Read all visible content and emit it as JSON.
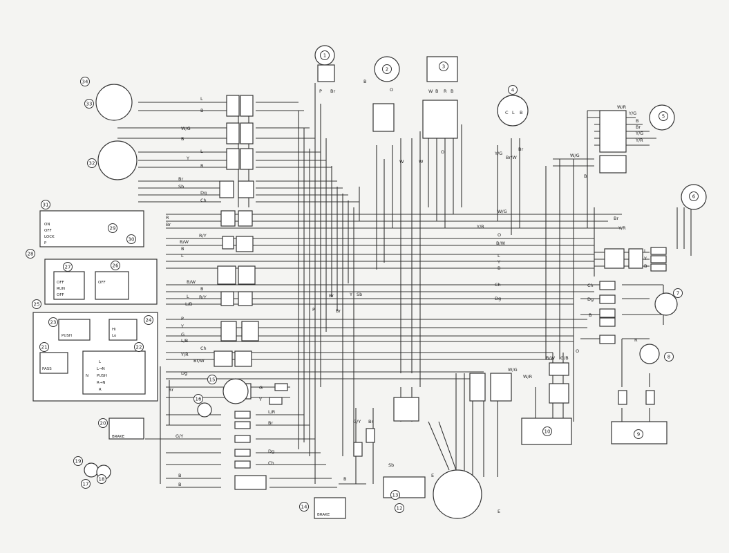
{
  "components": [
    {
      "id": "c1",
      "number": "1"
    },
    {
      "id": "c2",
      "number": "2"
    },
    {
      "id": "c3",
      "number": "3"
    },
    {
      "id": "c4",
      "number": "4"
    },
    {
      "id": "c5",
      "number": "5"
    },
    {
      "id": "c6",
      "number": "6"
    },
    {
      "id": "c7",
      "number": "7"
    },
    {
      "id": "c8",
      "number": "8"
    },
    {
      "id": "c9",
      "number": "9"
    },
    {
      "id": "c10",
      "number": "10"
    },
    {
      "id": "c12",
      "number": "12"
    },
    {
      "id": "c13",
      "number": "13"
    },
    {
      "id": "c14",
      "number": "14"
    },
    {
      "id": "c15",
      "number": "15"
    },
    {
      "id": "c16",
      "number": "16"
    },
    {
      "id": "c17",
      "number": "17"
    },
    {
      "id": "c18",
      "number": "18"
    },
    {
      "id": "c19",
      "number": "19"
    },
    {
      "id": "c20",
      "number": "20"
    },
    {
      "id": "c21",
      "number": "21"
    },
    {
      "id": "c22",
      "number": "22"
    },
    {
      "id": "c23",
      "number": "23"
    },
    {
      "id": "c24",
      "number": "24"
    },
    {
      "id": "c25",
      "number": "25"
    },
    {
      "id": "c26",
      "number": "26"
    },
    {
      "id": "c27",
      "number": "27"
    },
    {
      "id": "c28",
      "number": "28"
    },
    {
      "id": "c29",
      "number": "29"
    },
    {
      "id": "c30",
      "number": "30"
    },
    {
      "id": "c31",
      "number": "31"
    },
    {
      "id": "c32",
      "number": "32"
    },
    {
      "id": "c33",
      "number": "33"
    },
    {
      "id": "c34",
      "number": "34"
    }
  ],
  "switch_labels": {
    "main": [
      "ON",
      "OFF",
      "LOCK",
      "P"
    ],
    "engine_stop": [
      "OFF",
      "RUN",
      "OFF"
    ],
    "dimmer": [
      "Hi",
      "Lo"
    ],
    "horn": "PUSH",
    "pass": "PASS",
    "starter": [
      "L",
      "L→N",
      "PUSH",
      "R→N",
      "R"
    ],
    "starter_n": "N",
    "brake_front": "BRAKE",
    "brake_rear": "BRAKE"
  },
  "wire_codes": {
    "top_left": [
      "L",
      "B",
      "W/G",
      "B",
      "L",
      "Y",
      "B"
    ],
    "middle_left": [
      "Br",
      "Sb",
      "Dg",
      "Ch",
      "R",
      "Br",
      "R/Y",
      "B/W",
      "B",
      "L"
    ],
    "lower_left": [
      "B/W",
      "B",
      "L",
      "R/Y",
      "L/B",
      "P",
      "Y",
      "G",
      "L/B",
      "Ch",
      "Y/R",
      "Br/W",
      "Dg",
      "Br"
    ],
    "bottom_left": [
      "G",
      "Y",
      "L/R",
      "Br",
      "G/Y",
      "Dg",
      "Ch",
      "B",
      "B"
    ],
    "right": [
      "W/R",
      "Y/G",
      "B",
      "Br",
      "Y/G",
      "Y/R",
      "W/G",
      "B",
      "Br",
      "Y/R",
      "L",
      "Y",
      "B",
      "Ch",
      "Dg",
      "B",
      "R",
      "O",
      "G/B",
      "W/G",
      "W/R",
      "B/W"
    ],
    "center": [
      "W/G",
      "Y/R",
      "O",
      "B/W",
      "L",
      "Y",
      "B",
      "Ch",
      "Dg",
      "Sb",
      "W",
      "W",
      "G/Y",
      "Br",
      "Sb",
      "E",
      "E",
      "P",
      "Br",
      "Y",
      "Br",
      "B",
      "O"
    ]
  },
  "connector_codes": {
    "c2_top": [
      "B",
      "O"
    ],
    "c1_top": [
      "P",
      "Br"
    ],
    "c4_terminals": [
      "C",
      "L",
      "B"
    ],
    "c4_wires": [
      "Y/G",
      "Br/W",
      "Br"
    ],
    "c3_top": [
      "W",
      "B",
      "R",
      "B"
    ]
  }
}
